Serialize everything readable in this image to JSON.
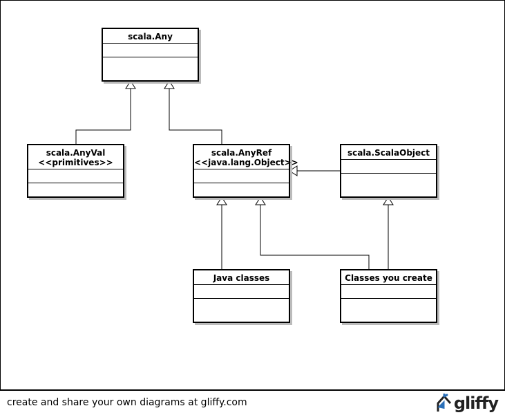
{
  "classes": {
    "any": {
      "name": "scala.Any"
    },
    "anyval": {
      "name": "scala.AnyVal",
      "stereotype": "<<primitives>>"
    },
    "anyref": {
      "name": "scala.AnyRef",
      "stereotype": "<<java.lang.Object>>"
    },
    "scalaobject": {
      "name": "scala.ScalaObject"
    },
    "java": {
      "name": "Java classes"
    },
    "yours": {
      "name": "Classes you create"
    }
  },
  "relations": [
    {
      "from": "anyval",
      "to": "any",
      "type": "generalization"
    },
    {
      "from": "anyref",
      "to": "any",
      "type": "generalization"
    },
    {
      "from": "scalaobject",
      "to": "anyref",
      "type": "generalization"
    },
    {
      "from": "java",
      "to": "anyref",
      "type": "generalization"
    },
    {
      "from": "yours",
      "to": "anyref",
      "type": "generalization"
    },
    {
      "from": "yours",
      "to": "scalaobject",
      "type": "generalization"
    }
  ],
  "footer": {
    "text": "create and share your own diagrams at gliffy.com",
    "logo": "gliffy",
    "logo_icon": "gliffy-logo-icon"
  }
}
